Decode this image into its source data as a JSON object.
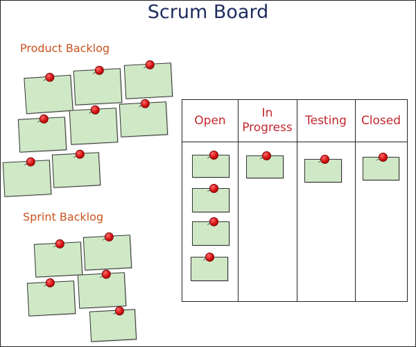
{
  "title": "Scrum Board",
  "product_backlog": {
    "label": "Product Backlog"
  },
  "sprint_backlog": {
    "label": "Sprint Backlog"
  },
  "board": {
    "columns": [
      {
        "label": "Open"
      },
      {
        "label": "In\nProgress"
      },
      {
        "label": "Testing"
      },
      {
        "label": "Closed"
      }
    ]
  },
  "colors": {
    "title": "#1f2c5e",
    "section_label": "#c9521d",
    "column_header": "#c4262e",
    "card_fill": "#cfe8c6",
    "pin": "#d41010"
  }
}
